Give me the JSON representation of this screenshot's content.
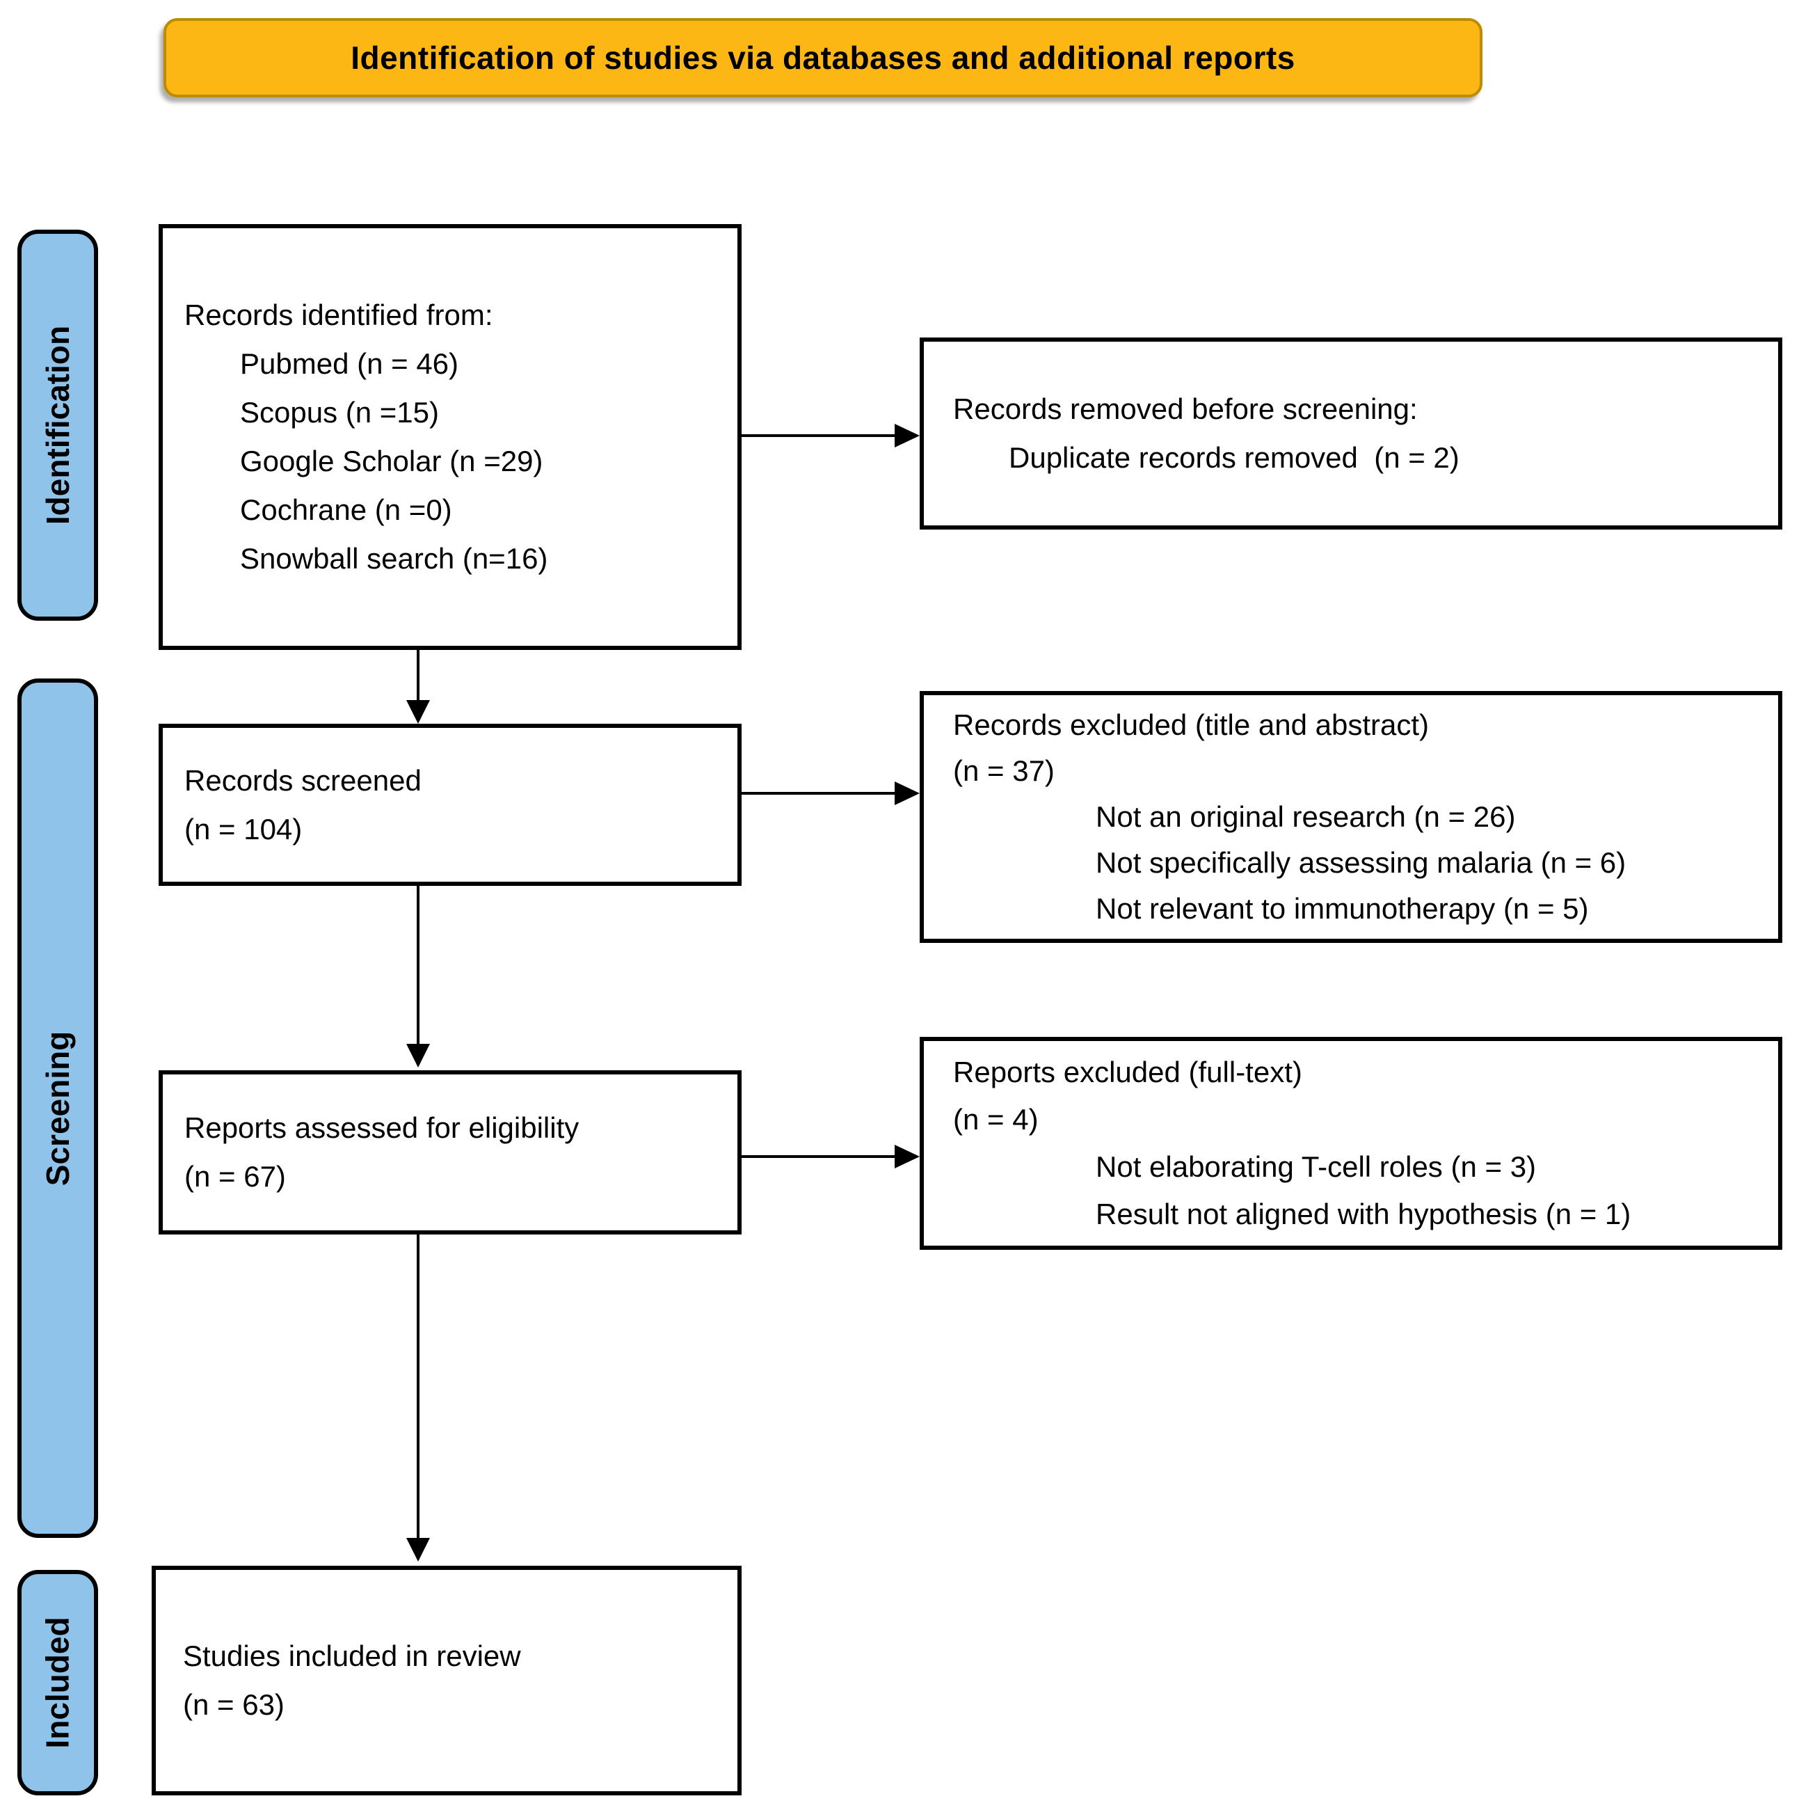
{
  "banner": {
    "title": "Identification of studies via databases and additional reports"
  },
  "stages": [
    {
      "label": "Identification"
    },
    {
      "label": "Screening"
    },
    {
      "label": "Included"
    }
  ],
  "boxes": {
    "records_identified": {
      "lines": [
        {
          "text": "Records identified from:"
        },
        {
          "text": "Pubmed (n = 46)"
        },
        {
          "text": "Scopus (n =15)"
        },
        {
          "text": "Google Scholar (n =29)"
        },
        {
          "text": "Cochrane (n =0)"
        },
        {
          "text": "Snowball search (n=16)"
        }
      ]
    },
    "records_removed": {
      "lines": [
        {
          "text": "Records removed before screening:"
        },
        {
          "text": "Duplicate records removed  (n = 2)"
        }
      ]
    },
    "records_screened": {
      "lines": [
        {
          "text": "Records screened"
        },
        {
          "text": "(n = 104)"
        }
      ]
    },
    "records_excluded": {
      "lines": [
        {
          "text": "Records excluded (title and abstract)"
        },
        {
          "text": "(n = 37)"
        },
        {
          "text": "Not an original research (n = 26)"
        },
        {
          "text": "Not specifically assessing malaria (n = 6)"
        },
        {
          "text": "Not relevant to immunotherapy (n = 5)"
        }
      ]
    },
    "reports_assessed": {
      "lines": [
        {
          "text": "Reports assessed for eligibility"
        },
        {
          "text": "(n = 67)"
        }
      ]
    },
    "reports_excluded": {
      "lines": [
        {
          "text": "Reports excluded (full-text)"
        },
        {
          "text": "(n = 4)"
        },
        {
          "text": "Not elaborating T-cell roles (n = 3)"
        },
        {
          "text": "Result not aligned with hypothesis (n = 1)"
        }
      ]
    },
    "studies_included": {
      "lines": [
        {
          "text": "Studies included in review"
        },
        {
          "text": "(n = 63)"
        }
      ]
    }
  },
  "colors": {
    "banner_fill": "#FDB714",
    "banner_border": "#BC8C00",
    "stage_fill": "#8FC3E9",
    "box_border": "#000000"
  }
}
